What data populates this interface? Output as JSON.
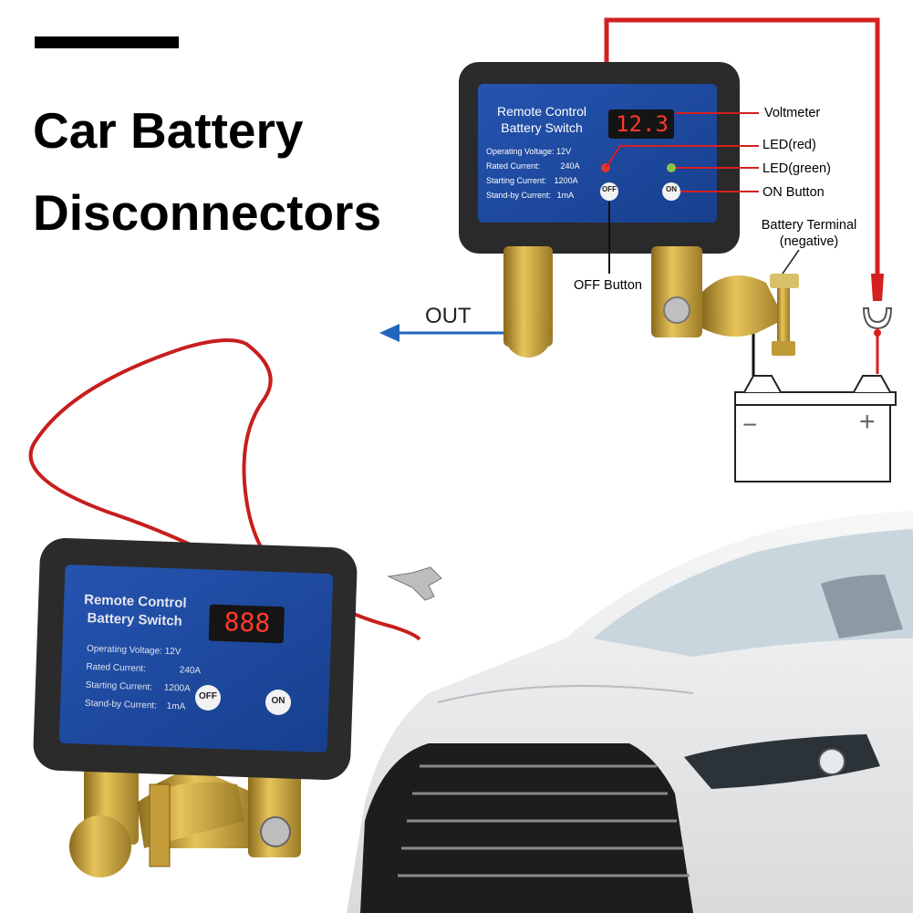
{
  "heading": {
    "line1": "Car Battery",
    "line2": "Disconnectors"
  },
  "diagram_device": {
    "name_line1": "Remote Control",
    "name_line2": "Battery Switch",
    "display": "12.3",
    "specs": [
      {
        "label": "Operating Voltage: 12V",
        "value": ""
      },
      {
        "label": "Rated Current:",
        "value": "240A"
      },
      {
        "label": "Starting Current:",
        "value": "1200A"
      },
      {
        "label": "Stand-by Current:",
        "value": "1mA"
      }
    ],
    "off_label": "OFF",
    "on_label": "ON"
  },
  "callouts": {
    "voltmeter": "Voltmeter",
    "led_red": "LED(red)",
    "led_green": "LED(green)",
    "on_button": "ON Button",
    "terminal_line1": "Battery Terminal",
    "terminal_line2": "(negative)",
    "off_button": "OFF Button",
    "out": "OUT"
  },
  "battery": {
    "minus": "−",
    "plus": "+"
  },
  "photo_device": {
    "name_line1": "Remote Control",
    "name_line2": "Battery Switch",
    "display": "888",
    "specs": [
      {
        "label": "Operating Voltage:",
        "value": "12V"
      },
      {
        "label": "Rated Current:",
        "value": "240A"
      },
      {
        "label": "Starting Current:",
        "value": "1200A"
      },
      {
        "label": "Stand-by Current:",
        "value": "1mA"
      }
    ],
    "off_label": "OFF",
    "on_label": "ON"
  },
  "colors": {
    "panel_blue": "#1f4fa6",
    "housing": "#2a2a2a",
    "brass": "#c9a23a",
    "wire_red": "#d42020",
    "arrow_blue": "#2266bb",
    "led_red": "#e8342a",
    "led_green": "#8bc34a"
  }
}
